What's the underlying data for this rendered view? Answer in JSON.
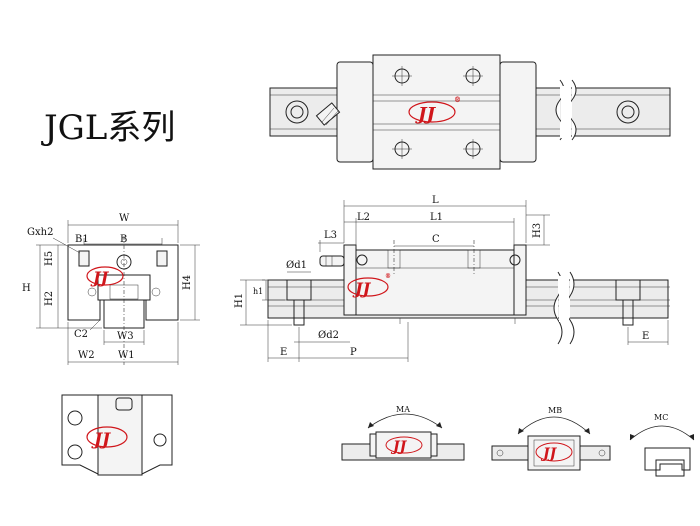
{
  "title": "JGL系列",
  "brand": {
    "logo_text": "JJ",
    "registered": "®",
    "logo_color": "#d0161b"
  },
  "front_view": {
    "labels": {
      "gxh2": "Gxh2",
      "w": "W",
      "b1": "B1",
      "b": "B",
      "h5": "H5",
      "h": "H",
      "h2": "H2",
      "h4": "H4",
      "c2": "C2",
      "w3": "W3",
      "w2": "W2",
      "w1": "W1"
    }
  },
  "side_view": {
    "labels": {
      "l": "L",
      "l2": "L2",
      "l1": "L1",
      "h3": "H3",
      "l3": "L3",
      "c": "C",
      "od1": "Ød1",
      "h1": "h1",
      "H1": "H1",
      "od2": "Ød2",
      "e": "E",
      "p": "P",
      "e_right": "E"
    }
  },
  "moments": {
    "ma": "MA",
    "mb": "MB",
    "mc": "MC"
  }
}
